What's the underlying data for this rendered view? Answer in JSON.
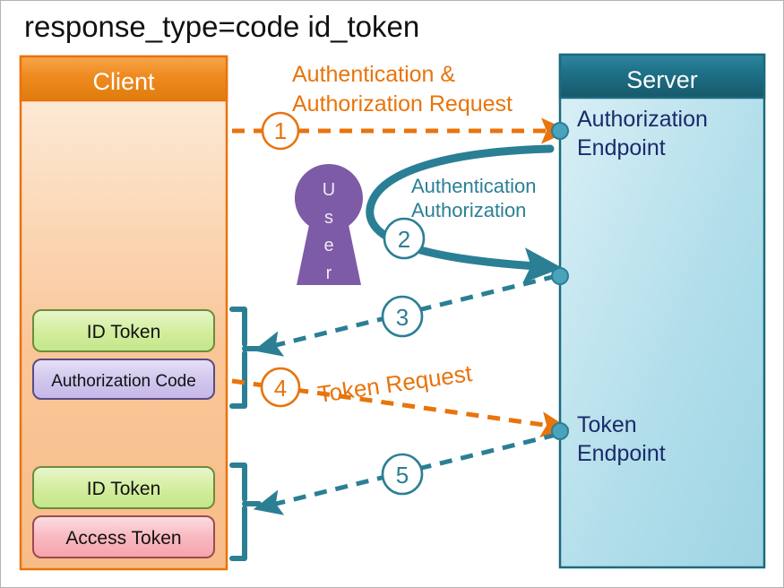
{
  "title": "response_type=code id_token",
  "colors": {
    "orange": "#e8740c",
    "orange_dark": "#d96704",
    "teal": "#2b7f95",
    "teal_dark": "#1b6b80",
    "server_header_dark": "#1c6a7e",
    "server_body": "#a8dbe8",
    "client_header": "#ef8a1f",
    "client_body": "#f9c79a",
    "navy_text": "#1b2a6b",
    "purple": "#7d5ba6",
    "green_token": "#cdea9a",
    "lavender_token": "#cfc2ea",
    "pink_token": "#f7afb8"
  },
  "client": {
    "header_label": "Client",
    "tokens_upper": [
      {
        "label": "ID Token",
        "kind": "id-token"
      },
      {
        "label": "Authorization Code",
        "kind": "authorization-code"
      }
    ],
    "tokens_lower": [
      {
        "label": "ID Token",
        "kind": "id-token"
      },
      {
        "label": "Access Token",
        "kind": "access-token"
      }
    ]
  },
  "server": {
    "header_label": "Server",
    "endpoints": [
      {
        "line1": "Authorization",
        "line2": "Endpoint"
      },
      {
        "line1": "Token",
        "line2": "Endpoint"
      }
    ]
  },
  "actor": {
    "label_letters": [
      "U",
      "s",
      "e",
      "r"
    ],
    "label": "User"
  },
  "steps": [
    {
      "number": "1",
      "label_line1": "Authentication &",
      "label_line2": "Authorization Request",
      "color": "orange",
      "style": "dashed"
    },
    {
      "number": "2",
      "label_line1": "Authentication",
      "label_line2": "Authorization",
      "color": "teal",
      "style": "solid-curve"
    },
    {
      "number": "3",
      "label_line1": "",
      "label_line2": "",
      "color": "teal",
      "style": "dashed"
    },
    {
      "number": "4",
      "label_line1": "Token Request",
      "label_line2": "",
      "color": "orange",
      "style": "dashed"
    },
    {
      "number": "5",
      "label_line1": "",
      "label_line2": "",
      "color": "teal",
      "style": "dashed"
    }
  ]
}
